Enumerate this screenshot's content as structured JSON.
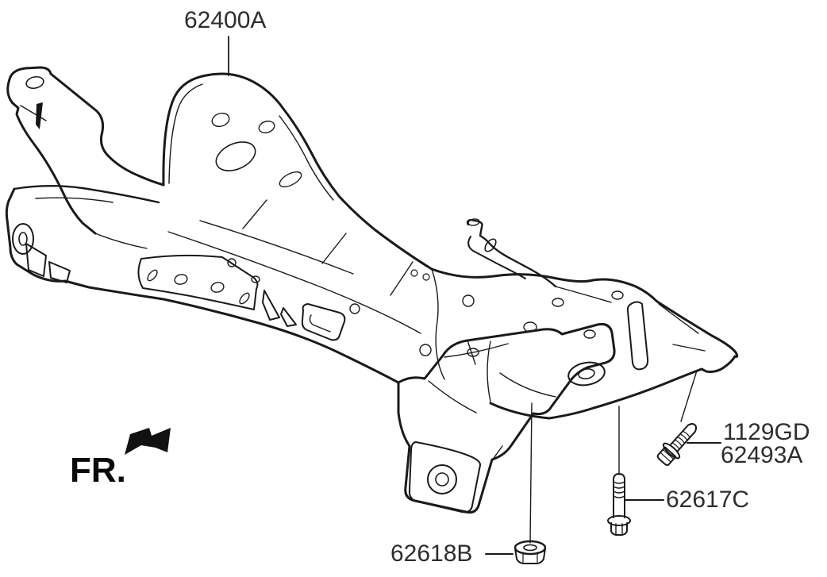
{
  "diagram": {
    "kind": "front suspension crossmember parts diagram",
    "callouts": [
      {
        "part_number": "62400A"
      },
      {
        "part_number": "1129GD"
      },
      {
        "part_number": "62493A"
      },
      {
        "part_number": "62617C"
      },
      {
        "part_number": "62618B"
      }
    ],
    "direction_indicator": {
      "label": "FR."
    },
    "colors": {
      "line": "#1a1a1a",
      "text": "#2d2d2d",
      "arrow": "#111111",
      "background": "#ffffff"
    }
  }
}
